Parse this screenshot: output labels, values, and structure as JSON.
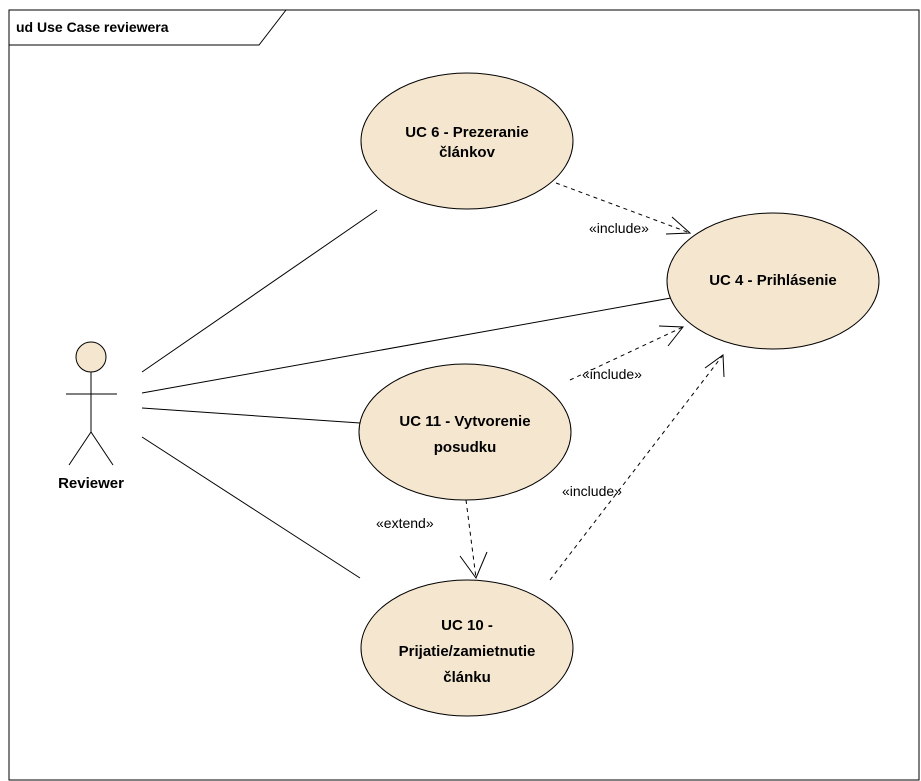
{
  "frame": {
    "title": "ud Use Case reviewera"
  },
  "actor": {
    "name": "Reviewer"
  },
  "use_cases": {
    "uc6": {
      "line1": "UC 6 - Prezeranie",
      "line2": "článkov"
    },
    "uc4": {
      "line1": "UC 4 - Prihlásenie"
    },
    "uc11": {
      "line1": "UC 11 - Vytvorenie",
      "line2": "posudku"
    },
    "uc10": {
      "line1": "UC 10 -",
      "line2": "Prijatie/zamietnutie",
      "line3": "článku"
    }
  },
  "relationships": {
    "uc6_include": "«include»",
    "uc11_include": "«include»",
    "uc10_include": "«include»",
    "uc11_extend": "«extend»"
  },
  "colors": {
    "use_case_fill": "#f5e6d0",
    "actor_head_fill": "#f5e6d0",
    "line": "#000000",
    "background": "#ffffff"
  }
}
